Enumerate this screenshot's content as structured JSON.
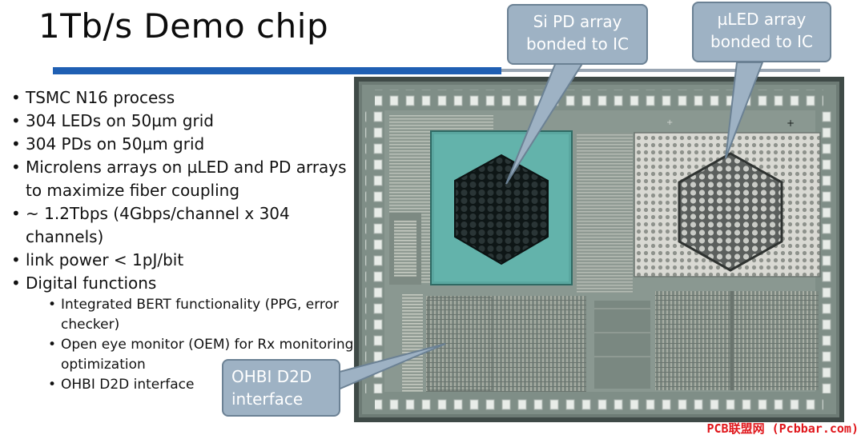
{
  "slide": {
    "title": "1Tb/s Demo chip",
    "bullets": [
      "TSMC N16 process",
      "304 LEDs on 50µm grid",
      "304 PDs on 50µm grid",
      "Microlens arrays on µLED and PD arrays to maximize fiber coupling",
      "~ 1.2Tbps (4Gbps/channel x 304 channels)",
      "link power < 1pJ/bit",
      "Digital functions"
    ],
    "sub_bullets": [
      "Integrated BERT functionality (PPG, error checker)",
      "Open eye monitor (OEM) for Rx monitoring optimization",
      "OHBI D2D interface"
    ]
  },
  "callouts": {
    "si_pd": "Si PD array bonded to IC",
    "uled": "µLED array bonded to IC",
    "ohbi": "OHBI D2D interface"
  },
  "watermark": "PCB联盟网 (Pcbbar.com)",
  "colors": {
    "title_rule_blue": "#1f5fb3",
    "callout_fill": "#9eb2c4",
    "watermark_red": "#e0161b"
  }
}
